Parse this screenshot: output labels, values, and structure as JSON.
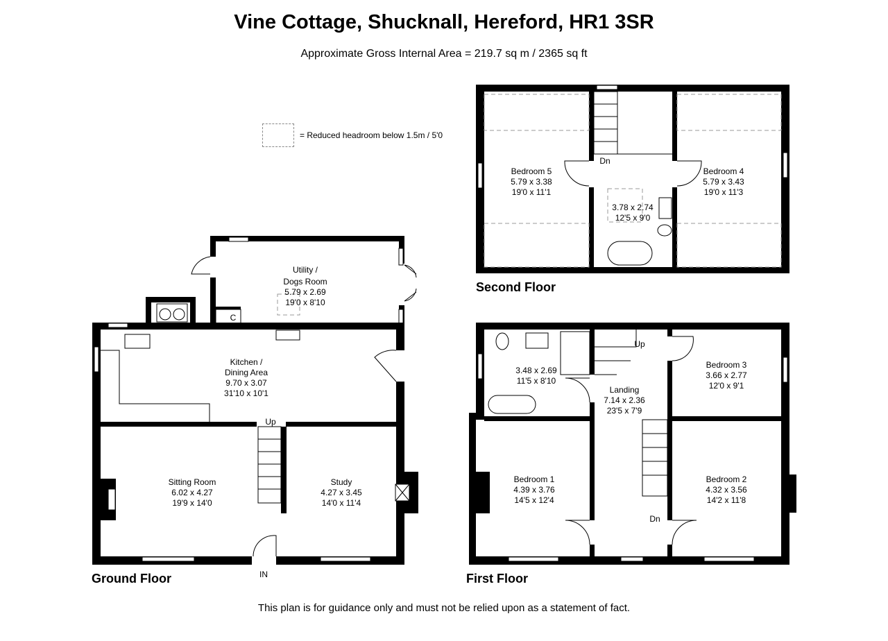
{
  "title": "Vine Cottage, Shucknall, Hereford, HR1 3SR",
  "subtitle": "Approximate Gross Internal Area = 219.7 sq m / 2365 sq ft",
  "legend": "= Reduced headroom below 1.5m / 5'0",
  "footer": "This plan is for guidance only and must not be relied upon as a statement of fact.",
  "floors": {
    "ground": "Ground Floor",
    "first": "First Floor",
    "second": "Second Floor"
  },
  "rooms": {
    "utility": [
      "Utility /",
      "Dogs Room",
      "5.79 x 2.69",
      "19'0 x 8'10"
    ],
    "kitchen": [
      "Kitchen /",
      "Dining Area",
      "9.70 x 3.07",
      "31'10 x 10'1"
    ],
    "sitting": [
      "Sitting Room",
      "6.02 x 4.27",
      "19'9 x 14'0"
    ],
    "study": [
      "Study",
      "4.27 x 3.45",
      "14'0 x 11'4"
    ],
    "bedroom5": [
      "Bedroom 5",
      "5.79 x 3.38",
      "19'0 x 11'1"
    ],
    "bedroom4": [
      "Bedroom 4",
      "5.79 x 3.43",
      "19'0 x 11'3"
    ],
    "bath2": [
      "3.78 x 2.74",
      "12'5 x 9'0"
    ],
    "bath1": [
      "3.48 x 2.69",
      "11'5 x 8'10"
    ],
    "landing": [
      "Landing",
      "7.14 x 2.36",
      "23'5 x 7'9"
    ],
    "bedroom3": [
      "Bedroom 3",
      "3.66 x 2.77",
      "12'0 x 9'1"
    ],
    "bedroom1": [
      "Bedroom 1",
      "4.39 x 3.76",
      "14'5 x 12'4"
    ],
    "bedroom2": [
      "Bedroom 2",
      "4.32 x 3.56",
      "14'2 x 11'8"
    ]
  },
  "marks": {
    "cupboard": "C",
    "entrance": "IN",
    "up": "Up",
    "down": "Dn"
  }
}
